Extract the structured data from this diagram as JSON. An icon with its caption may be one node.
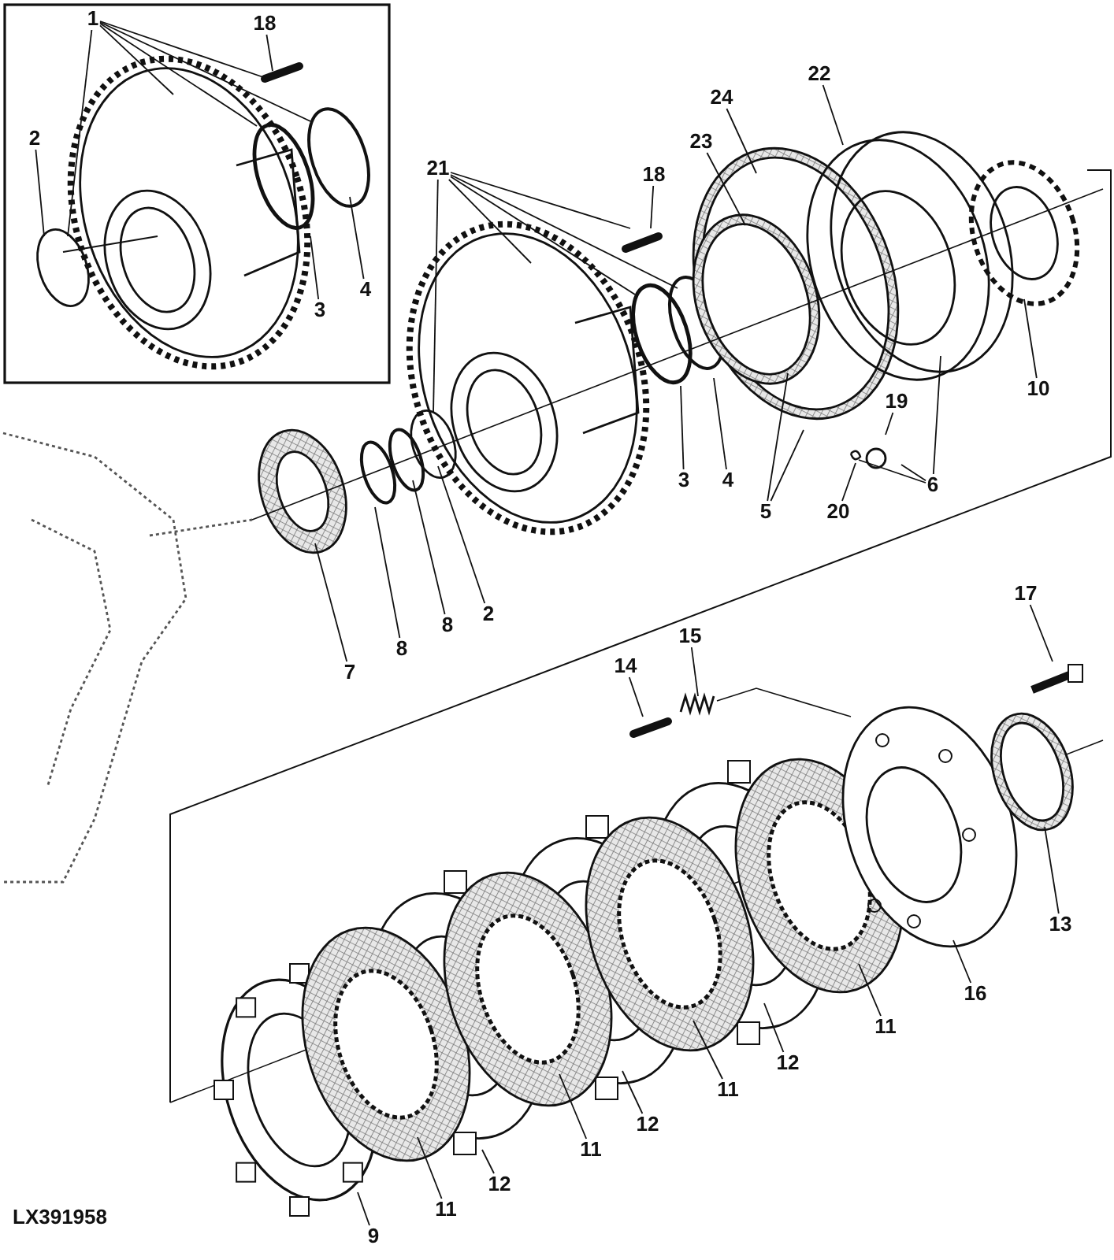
{
  "diagram": {
    "nodes": [
      {
        "text": [
          "1"
        ]
      },
      {
        "text": [
          "18"
        ]
      },
      {
        "text": [
          "2"
        ]
      },
      {
        "text": [
          "3"
        ]
      },
      {
        "text": [
          "4"
        ]
      },
      {
        "text": [
          "21"
        ]
      },
      {
        "text": [
          "18"
        ]
      },
      {
        "text": [
          "24"
        ]
      },
      {
        "text": [
          "23"
        ]
      },
      {
        "text": [
          "22"
        ]
      },
      {
        "text": [
          "10"
        ]
      },
      {
        "text": [
          "19"
        ]
      },
      {
        "text": [
          "6"
        ]
      },
      {
        "text": [
          "20"
        ]
      },
      {
        "text": [
          "5"
        ]
      },
      {
        "text": [
          "3"
        ]
      },
      {
        "text": [
          "4"
        ]
      },
      {
        "text": [
          "7"
        ]
      },
      {
        "text": [
          "8"
        ]
      },
      {
        "text": [
          "8"
        ]
      },
      {
        "text": [
          "2"
        ]
      },
      {
        "text": [
          "17"
        ]
      },
      {
        "text": [
          "14"
        ]
      },
      {
        "text": [
          "15"
        ]
      },
      {
        "text": [
          "13"
        ]
      },
      {
        "text": [
          "16"
        ]
      },
      {
        "text": [
          "11"
        ]
      },
      {
        "text": [
          "12"
        ]
      },
      {
        "text": [
          "11"
        ]
      },
      {
        "text": [
          "12"
        ]
      },
      {
        "text": [
          "11"
        ]
      },
      {
        "text": [
          "12"
        ]
      },
      {
        "text": [
          "11"
        ]
      },
      {
        "text": [
          "9"
        ]
      }
    ],
    "edges": [
      {
        "from": 0,
        "to": null,
        "arrow": "none"
      },
      {
        "from": 0,
        "to": null,
        "arrow": "none"
      },
      {
        "from": 0,
        "to": null,
        "arrow": "none"
      },
      {
        "from": 0,
        "to": null,
        "arrow": "none"
      },
      {
        "from": 0,
        "to": null,
        "arrow": "none"
      },
      {
        "from": 1,
        "to": null,
        "arrow": "none"
      },
      {
        "from": 2,
        "to": null,
        "arrow": "none"
      },
      {
        "from": 3,
        "to": null,
        "arrow": "none"
      },
      {
        "from": 4,
        "to": null,
        "arrow": "none"
      },
      {
        "from": 5,
        "to": null,
        "arrow": "none"
      },
      {
        "from": 5,
        "to": null,
        "arrow": "none"
      },
      {
        "from": 5,
        "to": null,
        "arrow": "none"
      },
      {
        "from": 5,
        "to": null,
        "arrow": "none"
      },
      {
        "from": 5,
        "to": null,
        "arrow": "none"
      },
      {
        "from": 6,
        "to": null,
        "arrow": "none"
      },
      {
        "from": 7,
        "to": null,
        "arrow": "none"
      },
      {
        "from": 8,
        "to": null,
        "arrow": "none"
      },
      {
        "from": 9,
        "to": null,
        "arrow": "none"
      },
      {
        "from": 10,
        "to": null,
        "arrow": "none"
      },
      {
        "from": 11,
        "to": null,
        "arrow": "none"
      },
      {
        "from": 12,
        "to": null,
        "arrow": "none"
      },
      {
        "from": 12,
        "to": null,
        "arrow": "none"
      },
      {
        "from": 12,
        "to": null,
        "arrow": "none"
      },
      {
        "from": 13,
        "to": null,
        "arrow": "none"
      },
      {
        "from": 14,
        "to": null,
        "arrow": "none"
      },
      {
        "from": 14,
        "to": null,
        "arrow": "none"
      },
      {
        "from": 15,
        "to": null,
        "arrow": "none"
      },
      {
        "from": 16,
        "to": null,
        "arrow": "none"
      },
      {
        "from": 17,
        "to": null,
        "arrow": "none"
      },
      {
        "from": 18,
        "to": null,
        "arrow": "none"
      },
      {
        "from": 19,
        "to": null,
        "arrow": "none"
      },
      {
        "from": 20,
        "to": null,
        "arrow": "none"
      },
      {
        "from": 21,
        "to": null,
        "arrow": "none"
      },
      {
        "from": 22,
        "to": null,
        "arrow": "none"
      },
      {
        "from": 23,
        "to": null,
        "arrow": "none"
      },
      {
        "from": 24,
        "to": null,
        "arrow": "none"
      },
      {
        "from": 25,
        "to": null,
        "arrow": "none"
      },
      {
        "from": 26,
        "to": null,
        "arrow": "none"
      },
      {
        "from": 27,
        "to": null,
        "arrow": "none"
      },
      {
        "from": 28,
        "to": null,
        "arrow": "none"
      },
      {
        "from": 29,
        "to": null,
        "arrow": "none"
      },
      {
        "from": 30,
        "to": null,
        "arrow": "none"
      },
      {
        "from": 31,
        "to": null,
        "arrow": "none"
      },
      {
        "from": 32,
        "to": null,
        "arrow": "none"
      },
      {
        "from": 33,
        "to": null,
        "arrow": "none"
      }
    ],
    "labels": [
      "LX391958"
    ]
  }
}
